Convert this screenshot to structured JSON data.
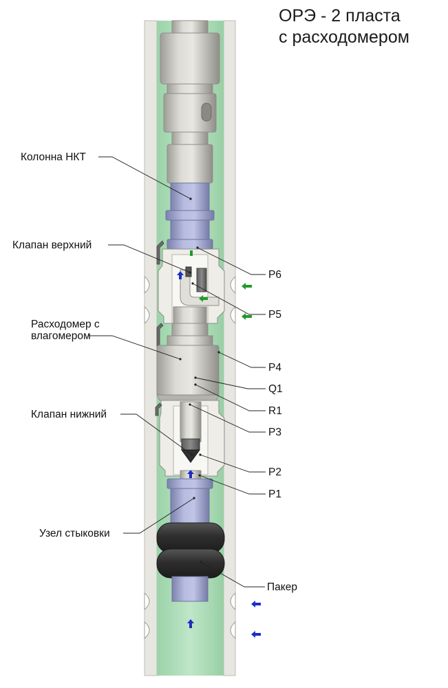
{
  "title": {
    "line1": "ОРЭ - 2 пласта",
    "line2": "с расходомером"
  },
  "labels": {
    "tubing": "Колонна НКТ",
    "upper_valve": "Клапан верхний",
    "flowmeter_line1": "Расходомер с",
    "flowmeter_line2": "влагомером",
    "lower_valve": "Клапан нижний",
    "docking_unit": "Узел стыковки",
    "packer": "Пакер"
  },
  "tags": {
    "p6": "P6",
    "p5": "P5",
    "p4": "P4",
    "q1": "Q1",
    "r1": "R1",
    "p3": "P3",
    "p2": "P2",
    "p1": "P1"
  },
  "colors": {
    "casing": "#e6e5e0",
    "annulus": "#a9dcb4",
    "tubing_metal": "#c9c8c2",
    "blue_tube": "#a8aed6",
    "packer": "#3e3e3e",
    "arrow_green": "#1f9a2a",
    "arrow_blue": "#1d2fc2"
  }
}
